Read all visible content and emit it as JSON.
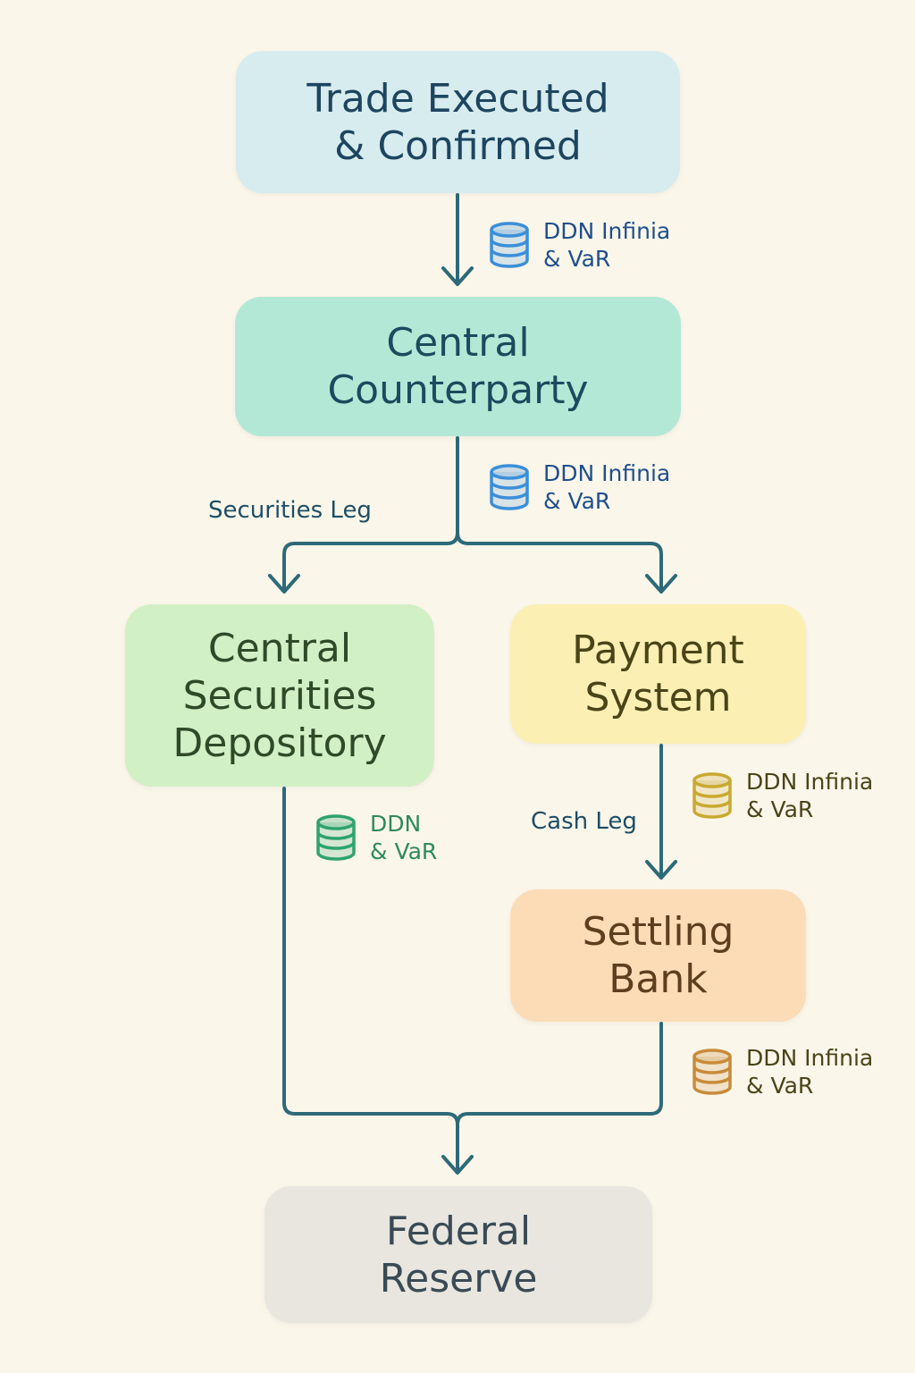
{
  "colors": {
    "background": "#fbf6ea",
    "connector": "#2d6a78",
    "blue_icon": "#3b8fd9",
    "green_icon": "#2ea36f",
    "yellow_icon": "#c9a930",
    "orange_icon": "#c98b3a"
  },
  "nodes": {
    "trade": {
      "label": "Trade Executed\n& Confirmed",
      "color": "#d7ecee",
      "text_color": "#1d4560"
    },
    "ccp": {
      "label": "Central\nCounterparty",
      "color": "#b4e8d6",
      "text_color": "#1d4a5e"
    },
    "csd": {
      "label": "Central\nSecurities\nDepository",
      "color": "#d2f0c6",
      "text_color": "#2f4a28"
    },
    "payment": {
      "label": "Payment\nSystem",
      "color": "#fbefb3",
      "text_color": "#4a4418"
    },
    "bank": {
      "label": "Settling\nBank",
      "color": "#fbdcb7",
      "text_color": "#5e3e1e"
    },
    "fed": {
      "label": "Federal\nReserve",
      "color": "#e8e6df",
      "text_color": "#3a4a55"
    }
  },
  "edge_labels": {
    "securities_leg": "Securities Leg",
    "cash_leg": "Cash Leg"
  },
  "annotations": [
    {
      "text": "DDN Infinia\n& VaR",
      "icon": "database-icon",
      "icon_color": "#3b8fd9",
      "text_color": "#1f4f8c"
    },
    {
      "text": "DDN Infinia\n& VaR",
      "icon": "database-icon",
      "icon_color": "#3b8fd9",
      "text_color": "#1f4f8c"
    },
    {
      "text": "DDN\n& VaR",
      "icon": "database-icon",
      "icon_color": "#2ea36f",
      "text_color": "#2e8a5c"
    },
    {
      "text": "DDN Infinia\n& VaR",
      "icon": "database-icon",
      "icon_color": "#c9a930",
      "text_color": "#4a4418"
    },
    {
      "text": "DDN Infinia\n& VaR",
      "icon": "database-icon",
      "icon_color": "#c98b3a",
      "text_color": "#4a4418"
    }
  ]
}
